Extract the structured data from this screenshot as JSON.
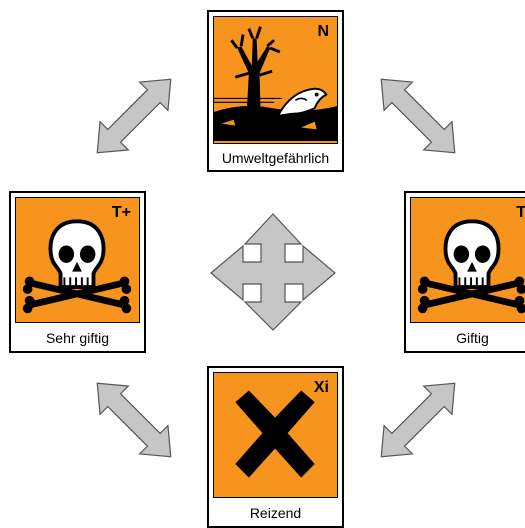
{
  "signs": {
    "environment": {
      "code": "N",
      "caption": "Umweltgefährlich"
    },
    "very_toxic": {
      "code": "T+",
      "caption": "Sehr giftig"
    },
    "toxic": {
      "code": "T",
      "caption": "Giftig"
    },
    "irritant": {
      "code": "Xi",
      "caption": "Reizend"
    }
  },
  "colors": {
    "hazard_orange": "#f7941d",
    "arrow_fill": "#c6c6c6",
    "outline": "#000000"
  },
  "icons": {
    "environment": "dead-tree-and-fish-icon",
    "very_toxic": "skull-crossbones-icon",
    "toxic": "skull-crossbones-icon",
    "irritant": "x-cross-icon"
  }
}
